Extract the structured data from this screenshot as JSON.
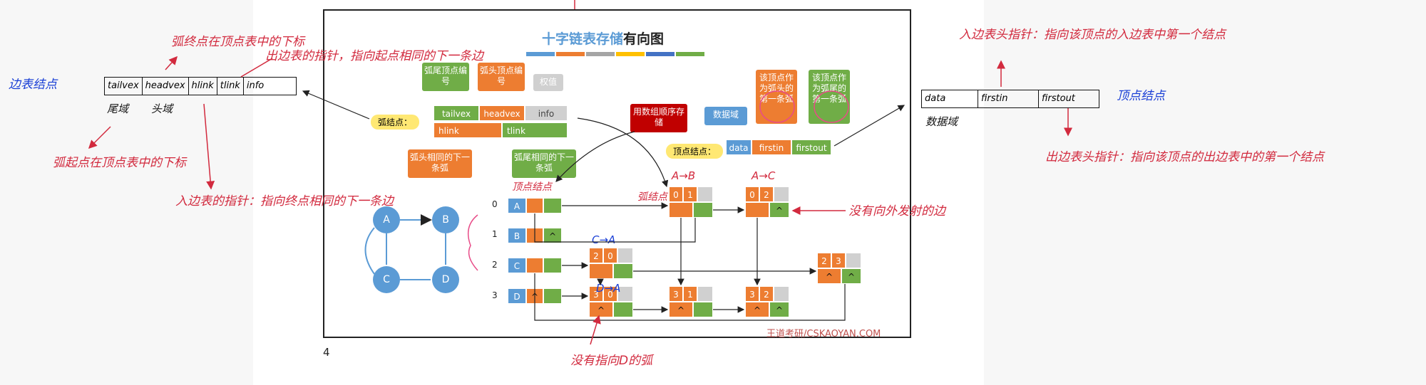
{
  "slide": {
    "title_blue": "十字链表存储",
    "title_dark": "有向图",
    "page": "4",
    "watermark": "王道考研/CSKAOYAN.COM"
  },
  "bubbles": {
    "tail_no": "弧尾顶点编号",
    "head_no": "弧头顶点编号",
    "weight": "权值",
    "same_head": "弧头相同的下一条弧",
    "same_tail": "弧尾相同的下一条弧",
    "array": "用数组顺序存储",
    "data_field": "数据域",
    "first_in": "该顶点作为弧头的第一条弧",
    "first_out": "该顶点作为弧尾的第一条弧"
  },
  "arc_node": {
    "label": "弧结点：",
    "fields": [
      "tailvex",
      "headvex",
      "info",
      "hlink",
      "tlink"
    ]
  },
  "vertex_node": {
    "label": "顶点结点：",
    "fields": [
      "data",
      "firstin",
      "firstout"
    ]
  },
  "graph": {
    "nodes": [
      "A",
      "B",
      "C",
      "D"
    ]
  },
  "table": {
    "indices": [
      "0",
      "1",
      "2",
      "3"
    ],
    "vertices": [
      "A",
      "B",
      "C",
      "D"
    ],
    "null_mark": "^"
  },
  "arcs": [
    [
      "0",
      "1"
    ],
    [
      "0",
      "2"
    ],
    [
      "2",
      "0"
    ],
    [
      "2",
      "3"
    ],
    [
      "3",
      "0"
    ],
    [
      "3",
      "1"
    ],
    [
      "3",
      "2"
    ]
  ],
  "notes": {
    "left_title": "边表结点",
    "left_box": [
      "tailvex",
      "headvex",
      "hlink",
      "tlink",
      "info"
    ],
    "tail_domain": "尾域",
    "head_domain": "头域",
    "n1": "弧终点在顶点表中的下标",
    "n2": "出边表的指针，指向起点相同的下一条边",
    "n3": "弧起点在顶点表中的下标",
    "n4": "入边表的指针：指向终点相同的下一条边",
    "right_box": [
      "data",
      "firstin",
      "firstout"
    ],
    "data_domain": "数据域",
    "vertex_node": "顶点结点",
    "in_ptr": "入边表头指针：指向该顶点的入边表中第一个结点",
    "out_ptr": "出边表头指针：指向该顶点的出边表中的第一个结点",
    "no_out": "没有向外发射的边",
    "no_in": "没有指向D的弧",
    "vertex_label": "顶点结点",
    "arc_label": "弧结点",
    "ab": "A→B",
    "ac": "A→C",
    "ca": "C→A",
    "da": "D→A"
  }
}
